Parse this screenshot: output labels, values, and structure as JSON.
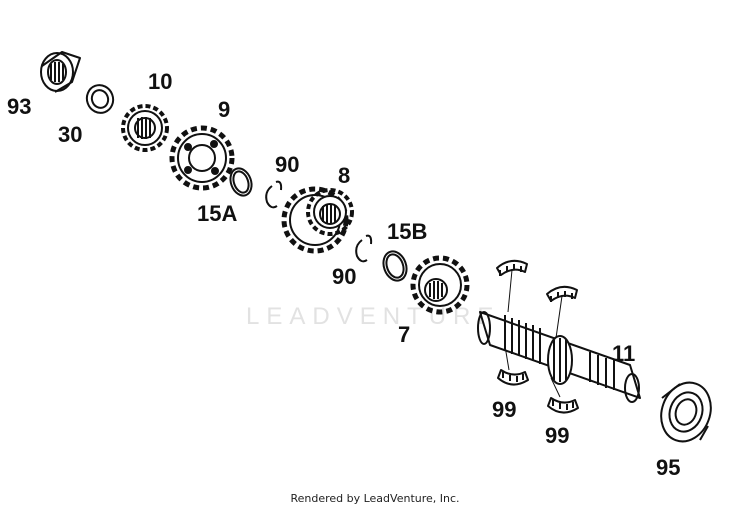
{
  "diagram": {
    "watermark_text": "LEADVENTURE",
    "credit": "Rendered by LeadVenture, Inc.",
    "callouts": [
      "93",
      "30",
      "10",
      "9",
      "15A",
      "90",
      "8",
      "15B",
      "90",
      "7",
      "11",
      "99",
      "99",
      "95"
    ]
  },
  "colors": {
    "ink": "#111111",
    "watermark": "#e2e2e2",
    "background": "#ffffff"
  }
}
